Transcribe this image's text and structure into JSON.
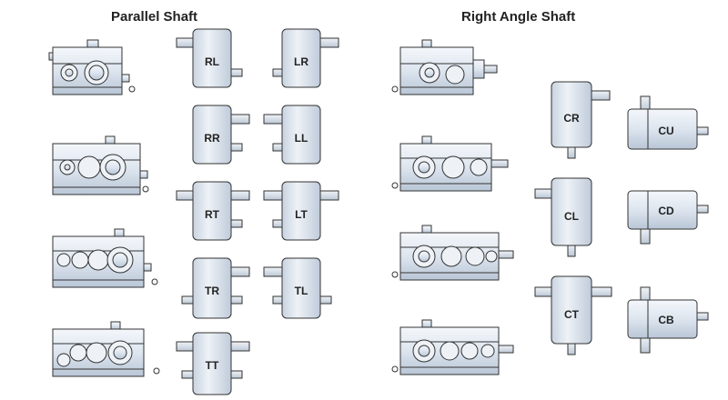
{
  "parallel": {
    "title": "Parallel Shaft",
    "codes": [
      "RL",
      "LR",
      "RR",
      "LL",
      "RT",
      "LT",
      "TR",
      "TL",
      "TT"
    ]
  },
  "right_angle": {
    "title": "Right Angle Shaft",
    "codes": [
      "CR",
      "CU",
      "CL",
      "CD",
      "CT",
      "CB"
    ]
  },
  "colors": {
    "body": "#e3e9f1",
    "body_dark": "#c5d0de",
    "line": "#333333"
  }
}
